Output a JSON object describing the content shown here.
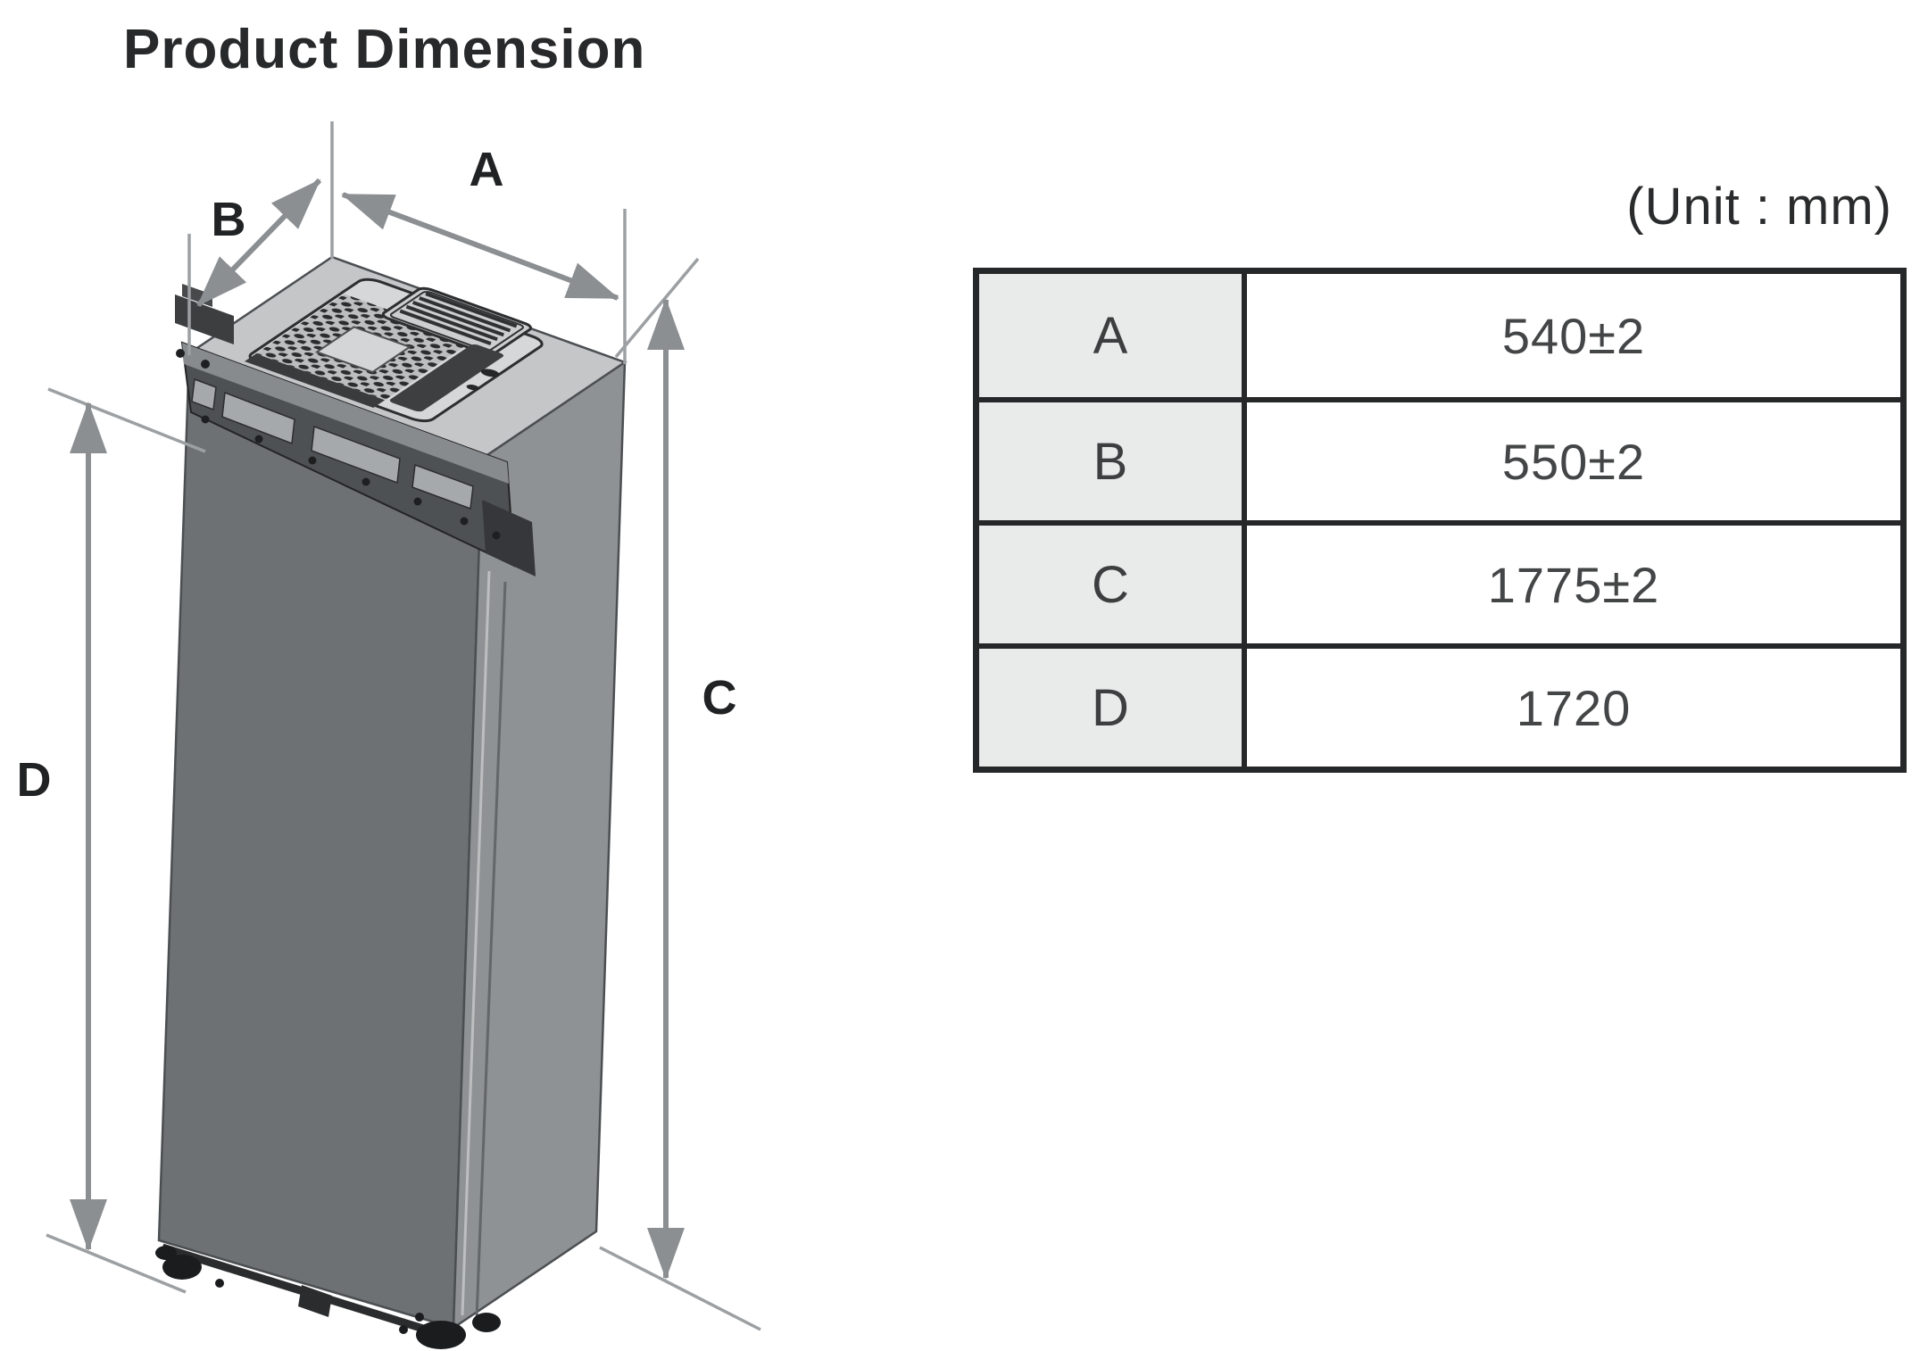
{
  "title": "Product Dimension",
  "unit_note": "(Unit : mm)",
  "diagram": {
    "dim_a": "A",
    "dim_b": "B",
    "dim_c": "C",
    "dim_d": "D"
  },
  "table": {
    "rows": [
      {
        "label": "A",
        "value": "540±2"
      },
      {
        "label": "B",
        "value": "550±2"
      },
      {
        "label": "C",
        "value": "1775±2"
      },
      {
        "label": "D",
        "value": "1720"
      }
    ]
  },
  "colors": {
    "cabinet_top": "#c4c6c8",
    "cabinet_front": "#6e7174",
    "cabinet_side": "#8f9294",
    "machine_strip": "#4e5153",
    "dimension_line": "#8b8f92",
    "extension_line": "#9ca0a3",
    "table_border": "#262728",
    "table_header_bg": "#e9eaea",
    "text": "#2a2b2c"
  }
}
